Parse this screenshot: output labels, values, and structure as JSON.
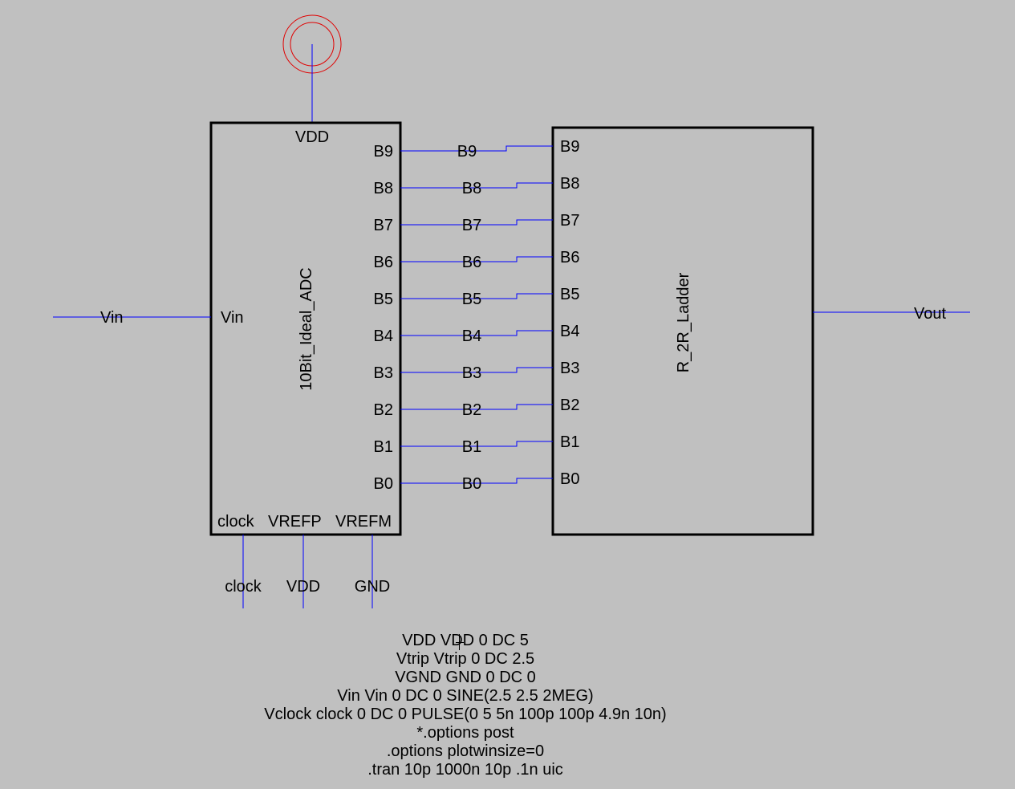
{
  "adc": {
    "name": "10Bit_Ideal_ADC",
    "pins": {
      "vdd": "VDD",
      "vin": "Vin",
      "clock": "clock",
      "vrefp": "VREFP",
      "vrefm": "VREFM"
    },
    "bits": [
      "B9",
      "B8",
      "B7",
      "B6",
      "B5",
      "B4",
      "B3",
      "B2",
      "B1",
      "B0"
    ]
  },
  "ladder": {
    "name": "R_2R_Ladder",
    "bits": [
      "B9",
      "B8",
      "B7",
      "B6",
      "B5",
      "B4",
      "B3",
      "B2",
      "B1",
      "B0"
    ],
    "output_net": "Vout"
  },
  "nets": {
    "input": "Vin",
    "bits": [
      "B9",
      "B8",
      "B7",
      "B6",
      "B5",
      "B4",
      "B3",
      "B2",
      "B1",
      "B0"
    ],
    "bottom": [
      "clock",
      "VDD",
      "GND"
    ]
  },
  "netlist": [
    "VDD VDD 0 DC 5",
    "Vtrip Vtrip 0 DC 2.5",
    "VGND GND 0 DC 0",
    "Vin Vin 0 DC 0 SINE(2.5 2.5 2MEG)",
    "Vclock clock 0 DC 0 PULSE(0 5 5n 100p 100p 4.9n 10n)",
    "*.options post",
    ".options plotwinsize=0",
    ".tran 10p 1000n 10p .1n uic"
  ],
  "colors": {
    "background": "#c0c0c0",
    "wire": "#0000ff",
    "component": "#000000",
    "power_symbol": "#e00000"
  }
}
